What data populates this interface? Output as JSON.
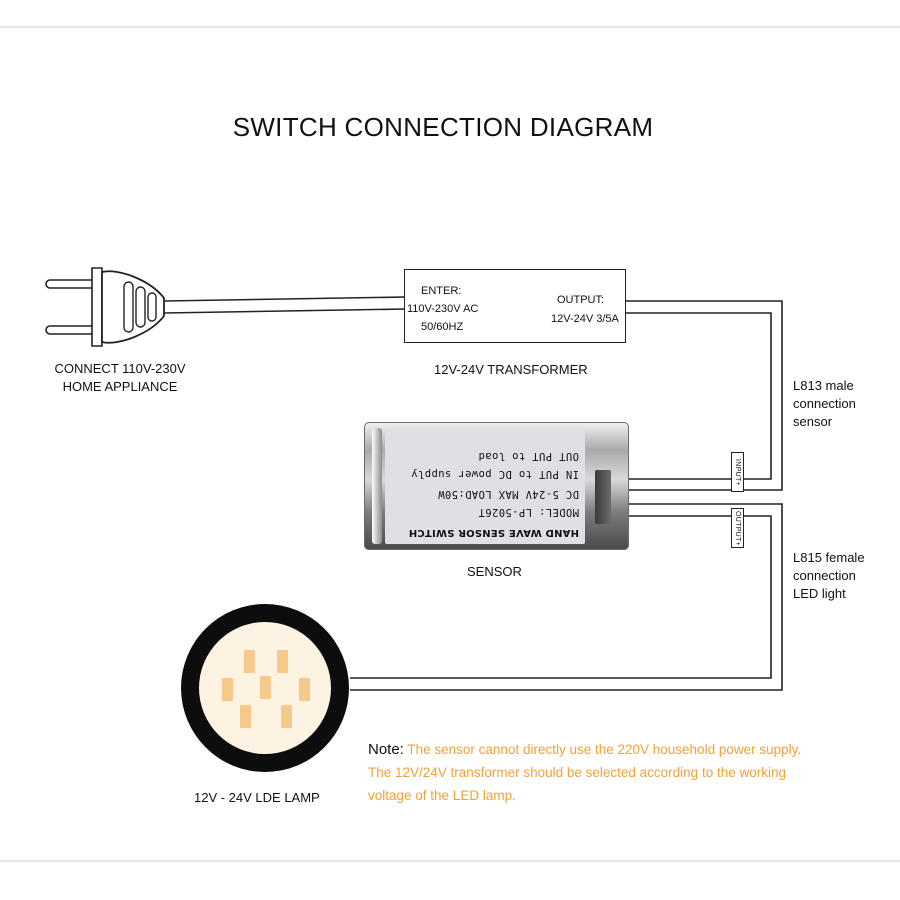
{
  "title": "SWITCH CONNECTION DIAGRAM",
  "plug": {
    "caption_line1": "CONNECT 110V-230V",
    "caption_line2": "HOME APPLIANCE"
  },
  "transformer": {
    "enter_label": "ENTER:",
    "enter_voltage": "110V-230V AC",
    "enter_frequency": "50/60HZ",
    "output_label": "OUTPUT:",
    "output_value": "12V-24V 3/5A",
    "caption": "12V-24V TRANSFORMER"
  },
  "sensor": {
    "caption": "SENSOR",
    "label_lines": [
      "HAND WAVE SENSOR SWITCH",
      "MODEL: LP-5026T",
      "DC 5-24V  MAX LOAD:50W",
      "IN PUT to DC power supply",
      "OUT PUT to load"
    ],
    "input_tag": "INPUT+",
    "output_tag": "OUTPUT+"
  },
  "male_connector": {
    "line1": "L813 male",
    "line2": "connection",
    "line3": "sensor"
  },
  "female_connector": {
    "line1": "L815 female",
    "line2": "connection",
    "line3": "LED light"
  },
  "lamp": {
    "caption": "12V - 24V LDE LAMP"
  },
  "note": {
    "key": "Note:",
    "text": "The sensor cannot directly use the 220V household power supply. The 12V/24V transformer should be selected according to the working voltage of the LED lamp."
  },
  "colors": {
    "note_text": "#f0a13a",
    "lamp_ring": "#0d0d0d",
    "lamp_face": "#fdf3e3",
    "led_chip": "#f6c98a",
    "divider": "#e3ebe3"
  }
}
